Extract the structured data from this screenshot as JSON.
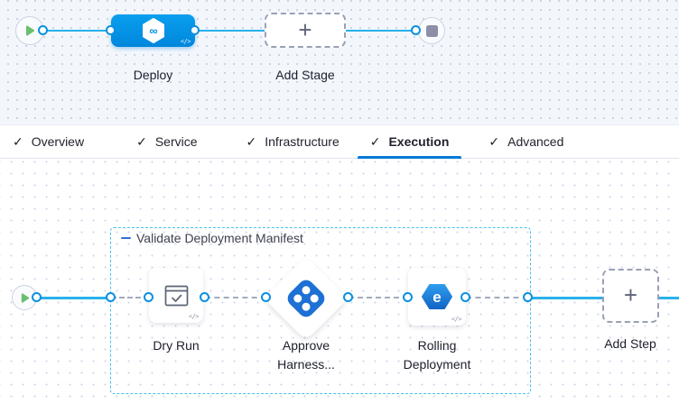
{
  "colors": {
    "accent_blue": "#0092e4",
    "line_blue": "#29b1ea",
    "tab_underline_blue": "#0278d5",
    "group_border_cyan": "#46c1ea",
    "step_icon_blue": "#1d70d4",
    "play_green": "#6abf6e",
    "stop_gray": "#8d8fa7"
  },
  "stage_pipeline": {
    "stage": {
      "label": "Deploy",
      "glyph": "∞",
      "code_badge": "</>"
    },
    "add_stage": {
      "label": "Add Stage",
      "plus": "+"
    }
  },
  "tabs": {
    "check_glyph": "✓",
    "items": [
      {
        "label": "Overview",
        "checked": true,
        "active": false
      },
      {
        "label": "Service",
        "checked": true,
        "active": false
      },
      {
        "label": "Infrastructure",
        "checked": true,
        "active": false
      },
      {
        "label": "Execution",
        "checked": true,
        "active": true
      },
      {
        "label": "Advanced",
        "checked": true,
        "active": false
      }
    ]
  },
  "execution": {
    "group_label": "Validate Deployment Manifest",
    "steps": [
      {
        "label": "Dry Run",
        "code_badge": "</>"
      },
      {
        "label": "Approve Harness..."
      },
      {
        "label": "Rolling Deployment",
        "glyph": "e",
        "code_badge": "</>"
      }
    ],
    "add_step": {
      "label": "Add Step",
      "plus": "+"
    }
  }
}
